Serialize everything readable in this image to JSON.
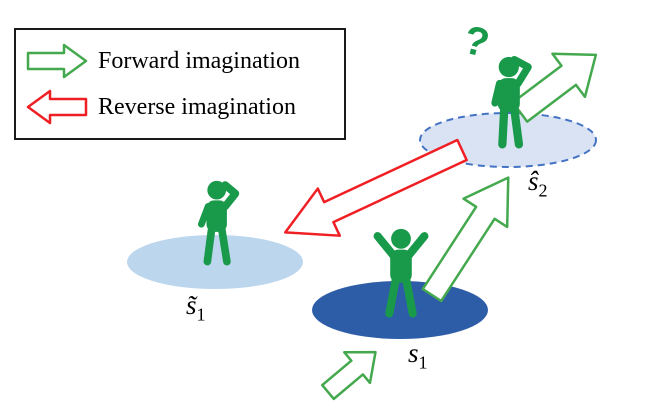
{
  "legend": {
    "forward_label": "Forward imagination",
    "reverse_label": "Reverse imagination"
  },
  "nodes": {
    "s1_tilde": {
      "base": "s̃",
      "sub": "1"
    },
    "s1": {
      "base": "s",
      "sub": "1"
    },
    "s2_hat": {
      "base": "ŝ",
      "sub": "2"
    }
  },
  "annotations": {
    "question_mark": "?"
  },
  "colors": {
    "figure_green": "#199a4b",
    "arrow_green": "#44a94e",
    "arrow_red": "#ef1f24",
    "ellipse_light_blue": "#bcd6ee",
    "ellipse_dashed_fill": "#d9e3f4",
    "ellipse_dashed_border": "#4472c4",
    "ellipse_dark_blue": "#2e5da8",
    "legend_border": "#1a1a1a",
    "text_color": "#000000"
  }
}
